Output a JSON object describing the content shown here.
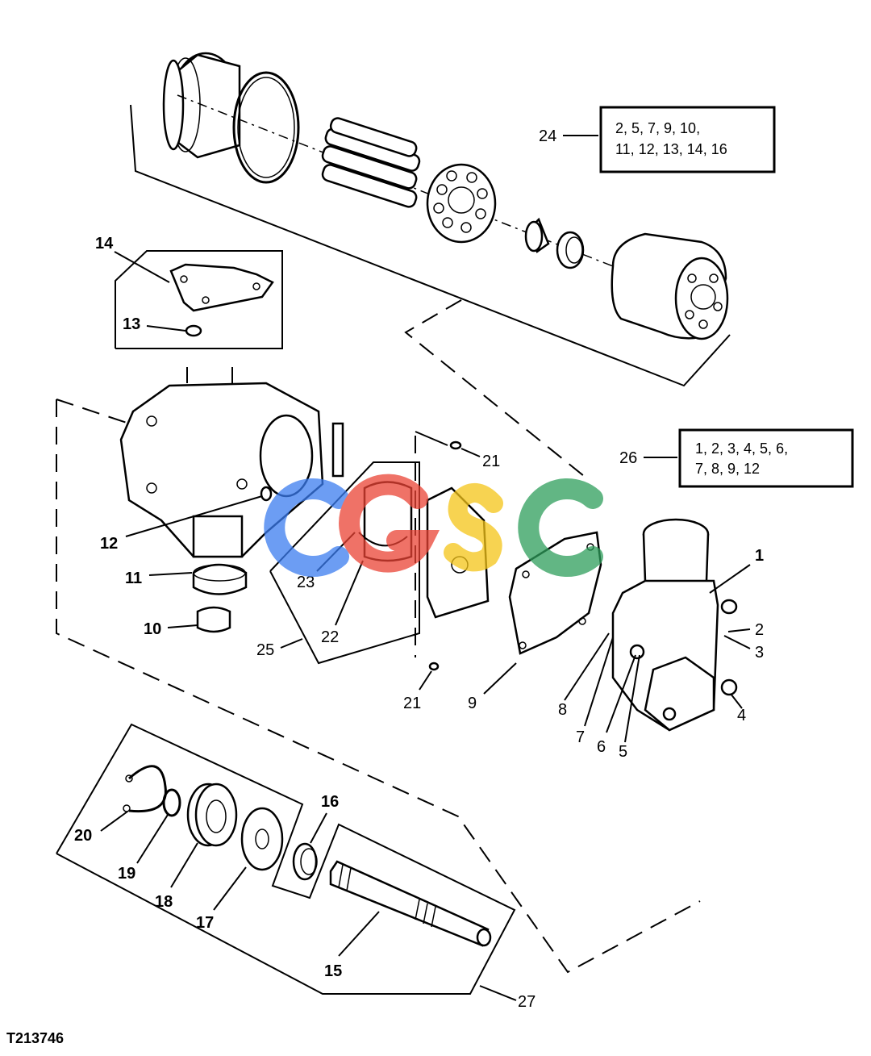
{
  "figure_id": "T213746",
  "watermark": {
    "text": "CGSC",
    "colors": {
      "C1": "#3b7df0",
      "G": "#ea4335",
      "S": "#f5c518",
      "C2": "#2e9e5b"
    }
  },
  "boxes": {
    "box24": {
      "line1": "2, 5, 7, 9, 10,",
      "line2": "11, 12, 13, 14, 16"
    },
    "box26": {
      "line1": "1, 2, 3, 4, 5, 6,",
      "line2": "7, 8, 9, 12"
    }
  },
  "callouts": {
    "c1": "1",
    "c2": "2",
    "c3": "3",
    "c4": "4",
    "c5": "5",
    "c6": "6",
    "c7": "7",
    "c8": "8",
    "c9": "9",
    "c10": "10",
    "c11": "11",
    "c12": "12",
    "c13": "13",
    "c14": "14",
    "c15": "15",
    "c16": "16",
    "c17": "17",
    "c18": "18",
    "c19": "19",
    "c20": "20",
    "c21a": "21",
    "c21b": "21",
    "c22": "22",
    "c23": "23",
    "c24": "24",
    "c25": "25",
    "c26": "26",
    "c27": "27"
  }
}
